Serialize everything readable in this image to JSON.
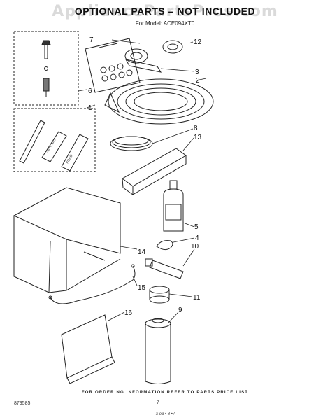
{
  "watermark": "AppliancePartsPros.com",
  "title": "OPTIONAL PARTS – NOT INCLUDED",
  "model_line": "For Model: ACE094XT0",
  "footer": {
    "ordering_info": "FOR ORDERING INFORMATION REFER TO PARTS PRICE LIST",
    "page_number": "7",
    "doc_code": "879585",
    "signature": "x o3 • 8 •7"
  },
  "callouts": [
    "1",
    "2",
    "3",
    "4",
    "5",
    "6",
    "7",
    "8",
    "9",
    "10",
    "11",
    "12",
    "13",
    "14",
    "15",
    "16"
  ],
  "part_labels": {
    "tube_1": "SEALANT",
    "tube_2": "FOAM"
  }
}
